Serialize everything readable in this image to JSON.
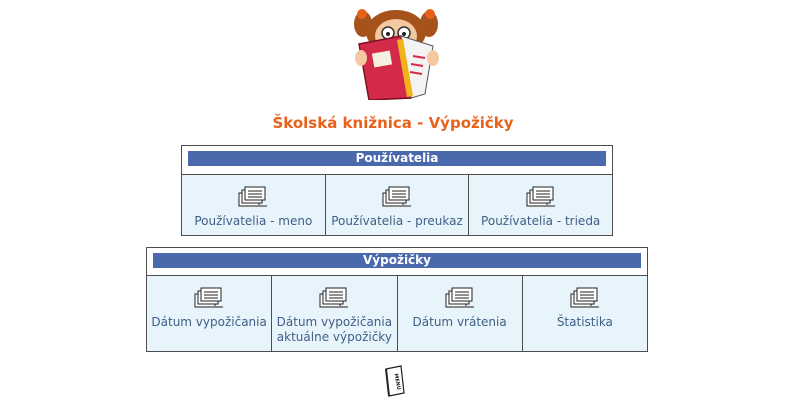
{
  "title": "Školská knižnica - Výpožičky",
  "menu_icon_text": "MENU",
  "users": {
    "header": "Používatelia",
    "items": [
      {
        "label": "Používatelia - meno"
      },
      {
        "label": "Používatelia - preukaz"
      },
      {
        "label": "Používatelia - trieda"
      }
    ]
  },
  "loans": {
    "header": "Výpožičky",
    "items": [
      {
        "label": "Dátum vypožičania"
      },
      {
        "label": "Dátum vypožičania\naktuálne výpožičky"
      },
      {
        "label": "Dátum vrátenia"
      },
      {
        "label": "Štatistika"
      }
    ]
  },
  "colors": {
    "title": "#e8621a",
    "header_bg": "#4a69ad",
    "cell_bg": "#e8f4fb",
    "link_text": "#3f5f86"
  },
  "icons": {
    "mascot": "girl-reading-book-icon",
    "document_stack": "document-stack-icon",
    "menu": "menu-book-icon"
  }
}
